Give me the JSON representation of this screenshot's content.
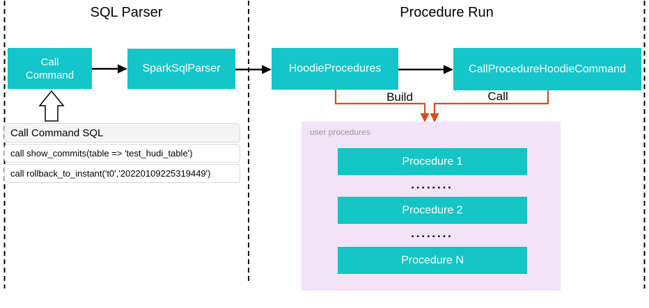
{
  "sections": {
    "sql_parser": {
      "title": "SQL Parser"
    },
    "procedure_run": {
      "title": "Procedure Run"
    }
  },
  "nodes": {
    "call_command": {
      "label": "Call Command"
    },
    "spark_sql_parser": {
      "label": "SparkSqlParser"
    },
    "hoodie_procedures": {
      "label": "HoodieProcedures"
    },
    "call_procedure_hoodie_command": {
      "label": "CallProcedureHoodieCommand"
    }
  },
  "edges": {
    "build": {
      "label": "Build"
    },
    "call": {
      "label": "Call"
    }
  },
  "user_procedures": {
    "label": "user procedures",
    "items": [
      "Procedure 1",
      "Procedure 2",
      "Procedure N"
    ],
    "dots": "▪▪▪▪▪▪▪▪"
  },
  "sql_panel": {
    "header": "Call Command SQL",
    "rows": [
      "call show_commits(table => 'test_hudi_table')",
      "call rollback_to_instant('t0','20220109225319449')"
    ]
  },
  "colors": {
    "node_fill": "#14c5c9",
    "procedure_fill": "#14c5c4",
    "connector_orange": "#db4a1c",
    "flow_arrow_black": "#000000",
    "lane_divider": "#000000",
    "user_procedures_bg": "#f3e3f6",
    "user_procedures_label": "#9b9b9b",
    "panel_header_bg": "#f5f5f5",
    "panel_border": "#d8d8d8"
  }
}
